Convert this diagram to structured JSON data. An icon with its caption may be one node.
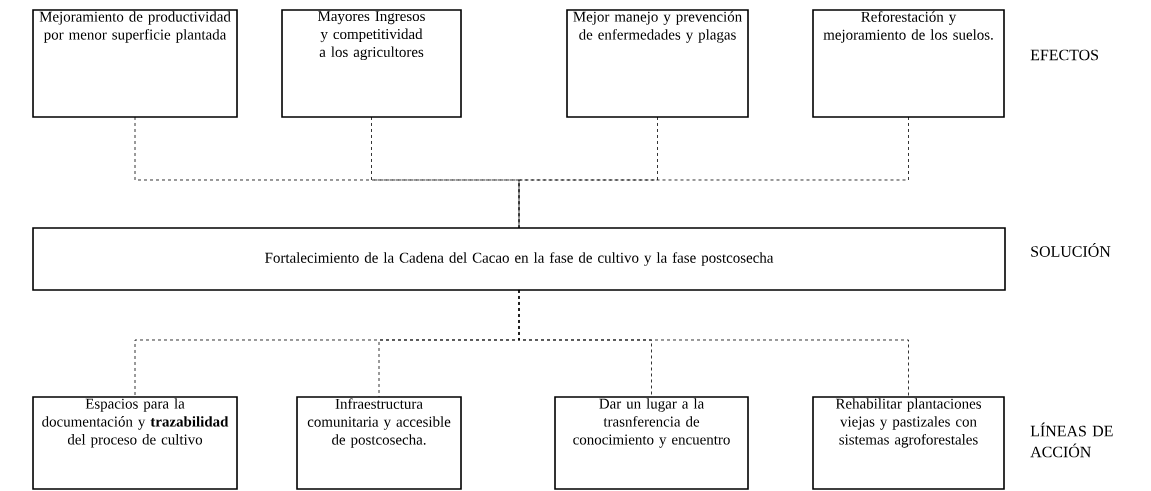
{
  "diagram": {
    "nodes": [
      {
        "text": [
          "Mejoramiento de productividad por menor superficie plantada"
        ]
      },
      {
        "text": [
          "Mayores Ingresos y competitividad a los agricultores"
        ]
      },
      {
        "text": [
          "Mejor manejo y prevención de enfermedades y plagas"
        ]
      },
      {
        "text": [
          "Reforestación y mejoramiento de los suelos."
        ]
      },
      {
        "text": [
          "Fortalecimiento de la Cadena del Cacao en la fase de cultivo y la fase postcosecha"
        ]
      },
      {
        "text": [
          "Espacios para la documentación y **trazabilidad** del proceso de cultivo"
        ]
      },
      {
        "text": [
          "Infraestructura comunitaria y accesible de postcosecha."
        ]
      },
      {
        "text": [
          "Dar un lugar a la trasnferencia de conocimiento y encuentro"
        ]
      },
      {
        "text": [
          "Rehabilitar plantaciones viejas y pastizales con sistemas agroforestales"
        ]
      }
    ],
    "edges": [
      {
        "from": 0,
        "to": 4,
        "arrow": "none",
        "style": "dashed"
      },
      {
        "from": 1,
        "to": 4,
        "arrow": "none",
        "style": "dashed"
      },
      {
        "from": 2,
        "to": 4,
        "arrow": "none",
        "style": "dashed"
      },
      {
        "from": 3,
        "to": 4,
        "arrow": "none",
        "style": "dashed"
      },
      {
        "from": 4,
        "to": 5,
        "arrow": "none",
        "style": "dashed"
      },
      {
        "from": 4,
        "to": 6,
        "arrow": "none",
        "style": "dashed"
      },
      {
        "from": 4,
        "to": 7,
        "arrow": "none",
        "style": "dashed"
      },
      {
        "from": 4,
        "to": 8,
        "arrow": "none",
        "style": "dashed"
      }
    ],
    "labels": [
      "EFECTOS",
      "SOLUCIÓN",
      "LÍNEAS DE ACCIÓN"
    ]
  }
}
